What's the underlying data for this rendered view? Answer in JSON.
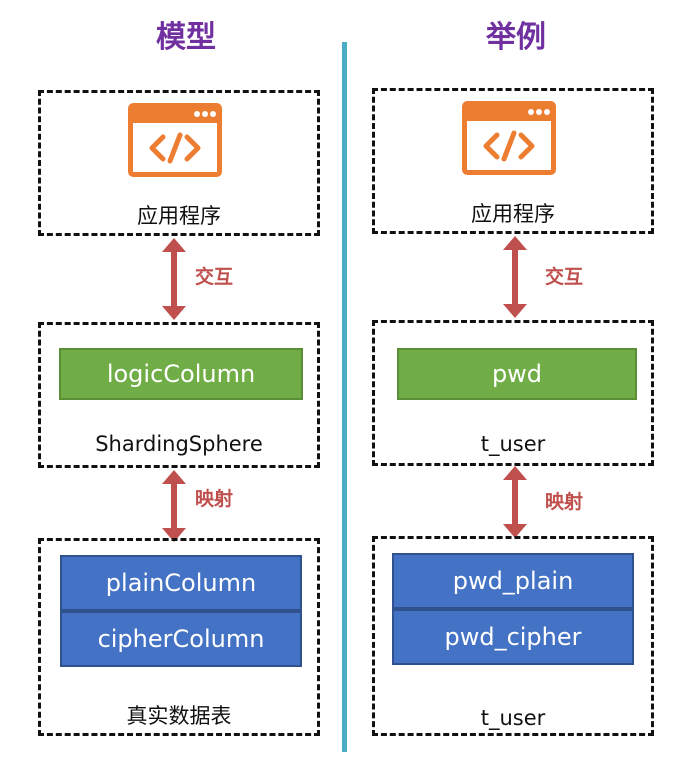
{
  "theme": {
    "heading_color": "#7030a0",
    "divider_color": "#4bacc6",
    "icon_color": "#ed7d31",
    "arrow_color": "#c0504d",
    "relation_color": "#c0504d",
    "logic_fill": "#70ad47",
    "logic_border": "#5a8f38",
    "cipher_fill": "#4472c4",
    "cipher_border": "#2f528f"
  },
  "left": {
    "heading": "模型",
    "app_icon": "code-window-icon",
    "app_label": "应用程序",
    "relation_top": "交互",
    "logic_column": "logicColumn",
    "middle_label": "ShardingSphere",
    "relation_bottom": "映射",
    "plain_column": "plainColumn",
    "cipher_column": "cipherColumn",
    "table_label": "真实数据表"
  },
  "right": {
    "heading": "举例",
    "app_icon": "code-window-icon",
    "app_label": "应用程序",
    "relation_top": "交互",
    "logic_column": "pwd",
    "middle_label": "t_user",
    "relation_bottom": "映射",
    "plain_column": "pwd_plain",
    "cipher_column": "pwd_cipher",
    "table_label": "t_user"
  }
}
